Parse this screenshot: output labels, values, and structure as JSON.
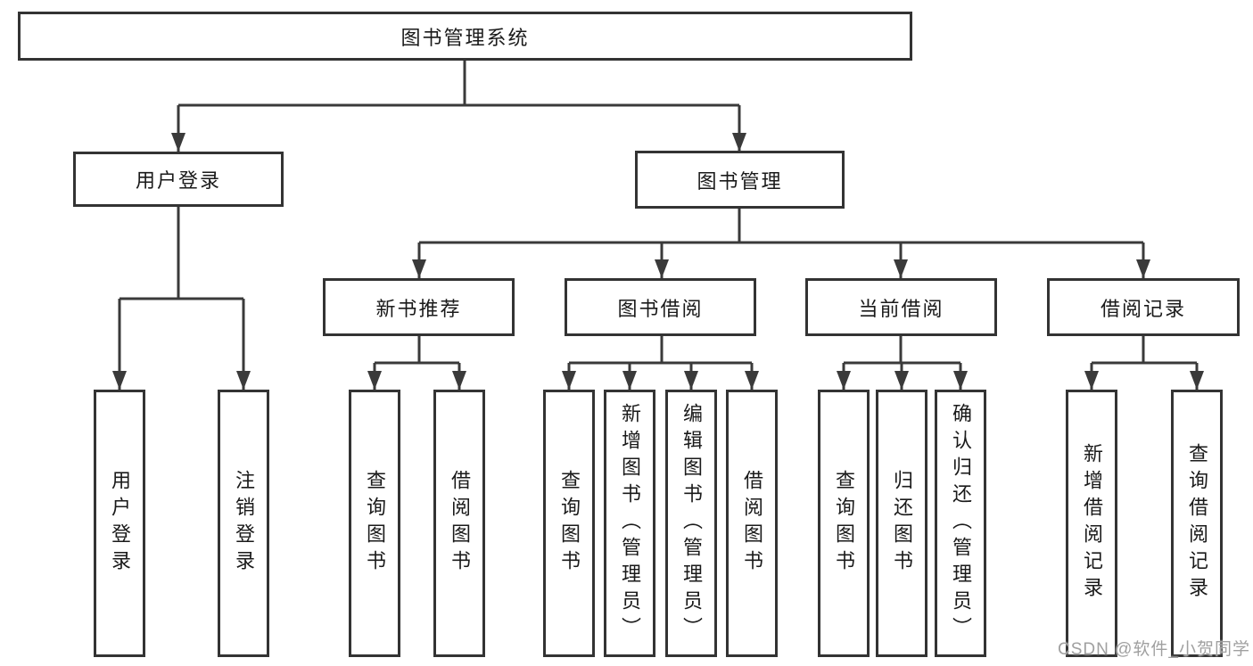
{
  "nodes": {
    "root": "图书管理系统",
    "user_login": "用户登录",
    "book_management": "图书管理",
    "new_book_recommend": "新书推荐",
    "book_borrow": "图书借阅",
    "current_borrow": "当前借阅",
    "borrow_records": "借阅记录",
    "login_user_login": "用户登录",
    "login_logout": "注销登录",
    "recommend_query_book": "查询图书",
    "recommend_borrow_book": "借阅图书",
    "borrow_query_book": "查询图书",
    "borrow_add_book_admin": "新增图书（管理员）",
    "borrow_edit_book_admin": "编辑图书（管理员）",
    "borrow_borrow_book": "借阅图书",
    "current_query_book": "查询图书",
    "current_return_book": "归还图书",
    "current_confirm_return_admin": "确认归还（管理员）",
    "records_add_record": "新增借阅记录",
    "records_query_record": "查询借阅记录"
  },
  "structure": {
    "root": [
      "user_login",
      "book_management"
    ],
    "user_login": [
      "login_user_login",
      "login_logout"
    ],
    "book_management": [
      "new_book_recommend",
      "book_borrow",
      "current_borrow",
      "borrow_records"
    ],
    "new_book_recommend": [
      "recommend_query_book",
      "recommend_borrow_book"
    ],
    "book_borrow": [
      "borrow_query_book",
      "borrow_add_book_admin",
      "borrow_edit_book_admin",
      "borrow_borrow_book"
    ],
    "current_borrow": [
      "current_query_book",
      "current_return_book",
      "current_confirm_return_admin"
    ],
    "borrow_records": [
      "records_add_record",
      "records_query_record"
    ]
  },
  "watermark": "CSDN @软件_小贺同学",
  "colors": {
    "line": "#3a3a3a",
    "box_border": "#333333",
    "text": "#1a1a1a",
    "watermark": "#a0a0a0",
    "background": "#ffffff"
  }
}
